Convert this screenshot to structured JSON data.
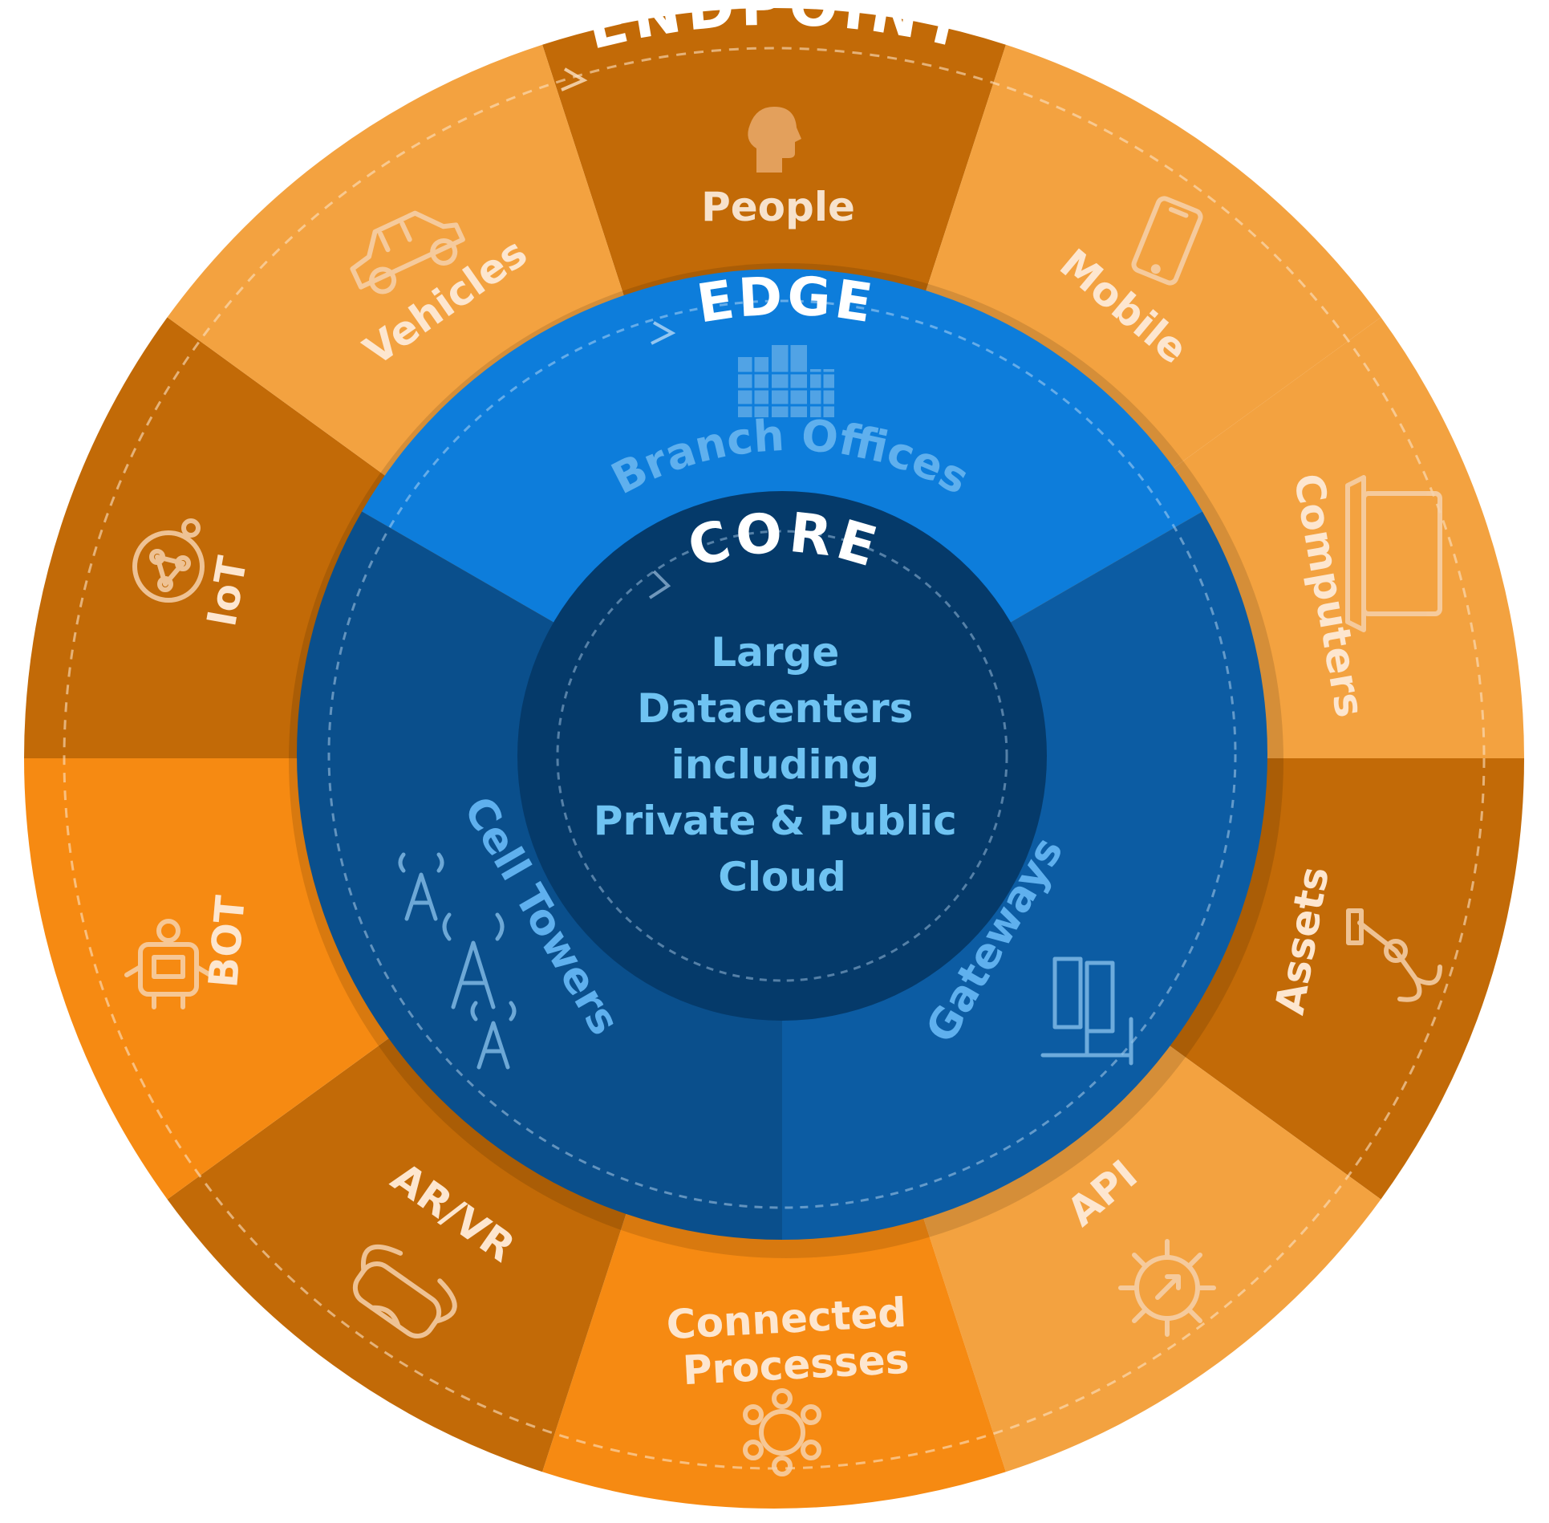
{
  "colors": {
    "endpoint_dark": "#c26a07",
    "endpoint_light": "#f3a240",
    "endpoint_bright": "#f68a12",
    "edge_top": "#0d7ddb",
    "edge_left": "#0a4f8c",
    "edge_right": "#0c5ca3",
    "core": "#053a6a",
    "core_text": "#6fc3f2"
  },
  "rings": {
    "endpoint": {
      "title": "ENDPOINT",
      "segments": [
        {
          "label": "People",
          "icon": "person-head-icon"
        },
        {
          "label": "Mobile",
          "icon": "smartphone-icon"
        },
        {
          "label": "Computers",
          "icon": "laptop-icon"
        },
        {
          "label": "Assets",
          "icon": "robotic-arm-icon"
        },
        {
          "label": "API",
          "icon": "gear-arrow-icon"
        },
        {
          "label_lines": [
            "Connected",
            "Processes"
          ],
          "icon": "connected-nodes-icon"
        },
        {
          "label": "AR/VR",
          "icon": "vr-headset-icon"
        },
        {
          "label": "BOT",
          "icon": "robot-icon"
        },
        {
          "label": "IoT",
          "icon": "network-globe-icon"
        },
        {
          "label": "Vehicles",
          "icon": "car-icon"
        }
      ]
    },
    "edge": {
      "title": "EDGE",
      "segments": [
        {
          "label": "Branch Offices",
          "icon": "office-building-icon"
        },
        {
          "label": "Gateways",
          "icon": "server-gateway-icon"
        },
        {
          "label": "Cell Towers",
          "icon": "cell-tower-icon"
        }
      ]
    },
    "core": {
      "title": "CORE",
      "lines": [
        "Large",
        "Datacenters",
        "including",
        "Private & Public",
        "Cloud"
      ]
    }
  }
}
